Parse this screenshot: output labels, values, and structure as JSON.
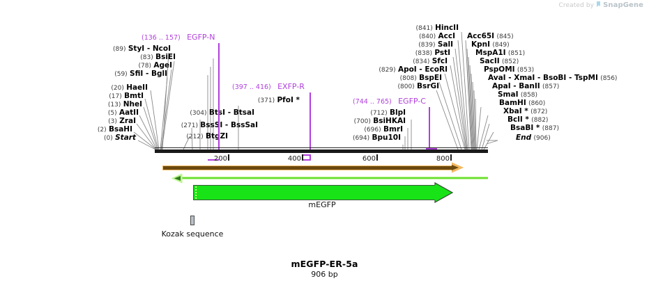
{
  "credit": {
    "prefix": "Created by",
    "brand": "SnapGene",
    "logo_icon": "snapgene-flag-icon",
    "logo_color": "#9fd4e8"
  },
  "plasmid": {
    "name": "mEGFP-ER-5a",
    "size": "906 bp",
    "length_bp": 906
  },
  "colors": {
    "primer": "#b13fdd",
    "gene": "#17e317",
    "orange_feature": "#6b4a10",
    "green_feature": "#66dd33",
    "backbone": "#1a1a1a"
  },
  "ruler": {
    "ticks": [
      {
        "label": "200",
        "bp": 200
      },
      {
        "label": "400",
        "bp": 400
      },
      {
        "label": "600",
        "bp": 600
      },
      {
        "label": "800",
        "bp": 800
      }
    ]
  },
  "primers": [
    {
      "name": "EGFP-N",
      "range": "(136 .. 157)",
      "start": 136,
      "end": 157
    },
    {
      "name": "EXFP-R",
      "range": "(397 .. 416)",
      "start": 397,
      "end": 416
    },
    {
      "name": "EGFP-C",
      "range": "(744 .. 765)",
      "start": 744,
      "end": 765
    }
  ],
  "features": [
    {
      "name": "mEGFP",
      "type": "gene-arrow",
      "start": 21,
      "end": 738,
      "direction": "forward"
    },
    {
      "name": "Kozak sequence",
      "type": "box",
      "start": 8,
      "end": 17
    }
  ],
  "left_labels": [
    {
      "pos": "(89)",
      "enzymes": "StyI  -  NcoI",
      "bp": 89
    },
    {
      "pos": "(83)",
      "enzymes": "BsiEI",
      "bp": 83
    },
    {
      "pos": "(78)",
      "enzymes": "AgeI",
      "bp": 78
    },
    {
      "pos": "(59)",
      "enzymes": "SfiI  -  BglI",
      "bp": 59
    },
    {
      "pos": "(20)",
      "enzymes": "HaeII",
      "bp": 20
    },
    {
      "pos": "(17)",
      "enzymes": "BmtI",
      "bp": 17
    },
    {
      "pos": "(13)",
      "enzymes": "NheI",
      "bp": 13
    },
    {
      "pos": "(5)",
      "enzymes": "AatII",
      "bp": 5
    },
    {
      "pos": "(3)",
      "enzymes": "ZraI",
      "bp": 3
    },
    {
      "pos": "(2)",
      "enzymes": "BsaHI",
      "bp": 2
    },
    {
      "pos": "(0)",
      "enzymes": "Start",
      "bp": 0,
      "italic": true
    }
  ],
  "mid_labels": [
    {
      "pos": "(304)",
      "enzymes": "BtsI  -  BtsaI",
      "bp": 304
    },
    {
      "pos": "(271)",
      "enzymes": "BssSI  -  BssSaI",
      "bp": 271
    },
    {
      "pos": "(212)",
      "enzymes": "BtgZI",
      "bp": 212
    },
    {
      "pos": "(371)",
      "enzymes": "PfoI *",
      "bp": 371
    }
  ],
  "right_mid_labels": [
    {
      "pos": "(712)",
      "enzymes": "BlpI",
      "bp": 712
    },
    {
      "pos": "(700)",
      "enzymes": "BsiHKAI",
      "bp": 700
    },
    {
      "pos": "(696)",
      "enzymes": "BmrI",
      "bp": 696
    },
    {
      "pos": "(694)",
      "enzymes": "Bpu10I",
      "bp": 694
    }
  ],
  "right_labels_left_col": [
    {
      "pos": "(841)",
      "enzymes": "HincII",
      "bp": 841
    },
    {
      "pos": "(840)",
      "enzymes": "AccI",
      "bp": 840
    },
    {
      "pos": "(839)",
      "enzymes": "SalI",
      "bp": 839
    },
    {
      "pos": "(838)",
      "enzymes": "PstI",
      "bp": 838
    },
    {
      "pos": "(834)",
      "enzymes": "SfcI",
      "bp": 834
    },
    {
      "pos": "(829)",
      "enzymes": "ApoI  -  EcoRI",
      "bp": 829
    },
    {
      "pos": "(808)",
      "enzymes": "BspEI",
      "bp": 808
    },
    {
      "pos": "(800)",
      "enzymes": "BsrGI",
      "bp": 800
    }
  ],
  "right_labels_right_col": [
    {
      "enzymes": "Acc65I",
      "pos": "(845)",
      "bp": 845
    },
    {
      "enzymes": "KpnI",
      "pos": "(849)",
      "bp": 849
    },
    {
      "enzymes": "MspA1I",
      "pos": "(851)",
      "bp": 851
    },
    {
      "enzymes": "SacII",
      "pos": "(852)",
      "bp": 852
    },
    {
      "enzymes": "PspOMI",
      "pos": "(853)",
      "bp": 853
    },
    {
      "enzymes": "AvaI  -  XmaI  -  BsoBI  -  TspMI",
      "pos": "(856)",
      "bp": 856
    },
    {
      "enzymes": "ApaI  -  BanII",
      "pos": "(857)",
      "bp": 857
    },
    {
      "enzymes": "SmaI",
      "pos": "(858)",
      "bp": 858
    },
    {
      "enzymes": "BamHI",
      "pos": "(860)",
      "bp": 860
    },
    {
      "enzymes": "XbaI *",
      "pos": "(872)",
      "bp": 872
    },
    {
      "enzymes": "BclI *",
      "pos": "(882)",
      "bp": 882
    },
    {
      "enzymes": "BsaBI *",
      "pos": "(887)",
      "bp": 887
    },
    {
      "enzymes": "End",
      "pos": "(906)",
      "bp": 906,
      "italic": true
    }
  ]
}
